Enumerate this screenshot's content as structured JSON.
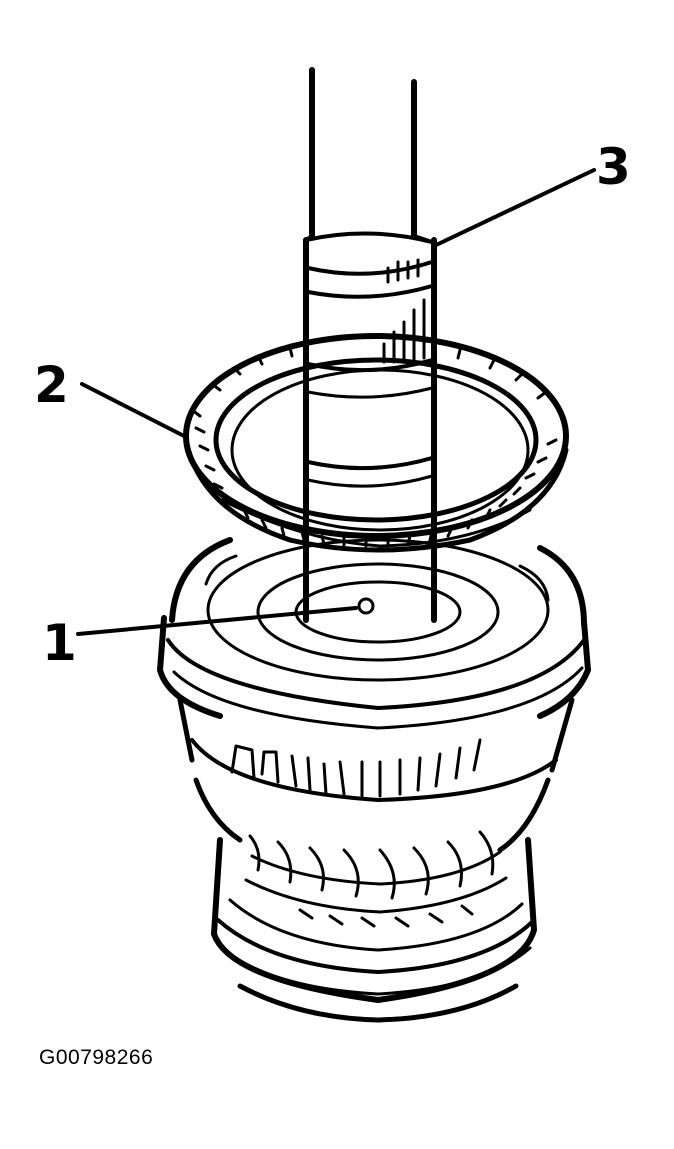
{
  "diagram": {
    "callouts": [
      {
        "id": "1",
        "text": "1"
      },
      {
        "id": "2",
        "text": "2"
      },
      {
        "id": "3",
        "text": "3"
      }
    ],
    "figure_id": "G00798266"
  },
  "colors": {
    "ink": "#000000",
    "paper": "#ffffff"
  }
}
